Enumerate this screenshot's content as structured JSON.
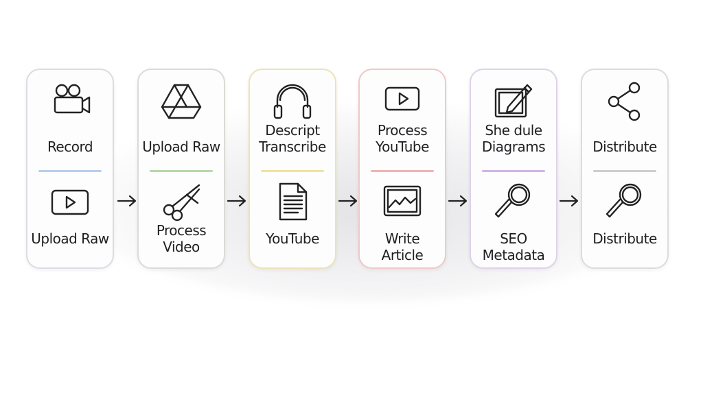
{
  "stages": [
    {
      "accent": "#a9c6ec",
      "border": "#d9dde3",
      "top": {
        "label": "Record",
        "icon": "video-camera-icon"
      },
      "bottom": {
        "label": "Upload Raw",
        "icon": "play-button-icon"
      }
    },
    {
      "accent": "#a8d29a",
      "border": "#d9dcd6",
      "top": {
        "label": "Upload Raw",
        "icon": "drive-triangle-icon"
      },
      "bottom": {
        "label": "Process\nVideo",
        "icon": "scissors-icon"
      }
    },
    {
      "accent": "#f0dc8c",
      "border": "#ece3b8",
      "top": {
        "label": "Descript\nTranscribe",
        "icon": "headphones-icon"
      },
      "bottom": {
        "label": "YouTube",
        "icon": "document-icon"
      }
    },
    {
      "accent": "#eea4a4",
      "border": "#f0c8c8",
      "top": {
        "label": "Process\nYouTube",
        "icon": "play-button-icon"
      },
      "bottom": {
        "label": "Write Article",
        "icon": "image-chart-icon"
      }
    },
    {
      "accent": "#c9a6e2",
      "border": "#ddd3e8",
      "top": {
        "label": "She dule\nDiagrams",
        "icon": "pencil-tablet-icon"
      },
      "bottom": {
        "label": "SEO Metadata",
        "icon": "magnifier-icon"
      }
    },
    {
      "accent": "#c4c4c4",
      "border": "#dcdcdc",
      "top": {
        "label": "Distribute",
        "icon": "share-icon"
      },
      "bottom": {
        "label": "Distribute",
        "icon": "magnifier-icon"
      }
    }
  ]
}
